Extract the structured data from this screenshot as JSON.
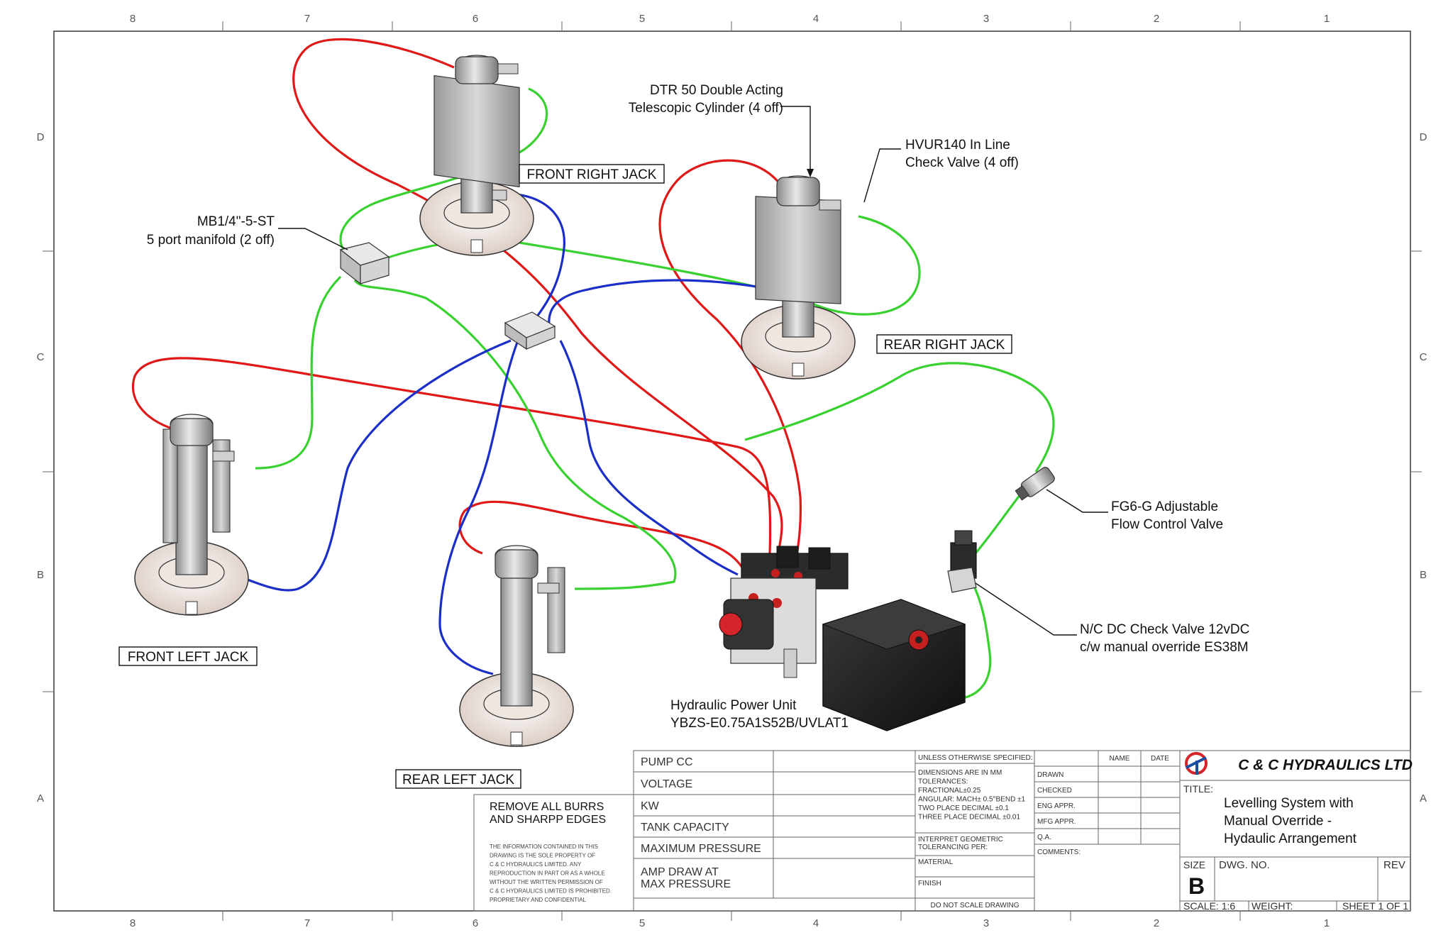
{
  "border": {
    "top_zones": [
      "8",
      "7",
      "6",
      "5",
      "4",
      "3",
      "2",
      "1"
    ],
    "bottom_zones": [
      "8",
      "7",
      "6",
      "5",
      "4",
      "3",
      "2",
      "1"
    ],
    "side_zones": [
      "D",
      "C",
      "B",
      "A"
    ]
  },
  "callouts": {
    "cylinder_line1": "DTR 50 Double Acting",
    "cylinder_line2": "Telescopic Cylinder (4 off)",
    "check_valve_line1": "HVUR140 In Line",
    "check_valve_line2": "Check Valve (4 off)",
    "manifold_line1": "MB1/4\"-5-ST",
    "manifold_line2": "5 port manifold (2 off)",
    "flow_valve_line1": "FG6-G Adjustable",
    "flow_valve_line2": "Flow Control Valve",
    "solenoid_line1": "N/C DC Check Valve 12vDC",
    "solenoid_line2": "c/w manual override ES38M",
    "hpu_line1": "Hydraulic Power Unit",
    "hpu_line2": "YBZS-E0.75A1S52B/UVLAT1"
  },
  "jacks": {
    "front_right": "FRONT RIGHT JACK",
    "rear_right": "REAR RIGHT JACK",
    "front_left": "FRONT LEFT JACK",
    "rear_left": "REAR LEFT JACK"
  },
  "title_block": {
    "remove_burrs_line1": "REMOVE ALL BURRS",
    "remove_burrs_line2": "AND SHARPP EDGES",
    "notice": [
      "THE INFORMATION CONTAINED IN THIS",
      "DRAWING IS THE SOLE PROPERTY OF",
      "C & C HYDRAULICS LIMITED. ANY",
      "REPRODUCTION IN PART OR AS A WHOLE",
      "WITHOUT THE WRITTEN PERMISSION OF",
      "C & C HYDRAULICS LIMITED IS PROHIBITED.",
      "PROPRIETARY AND CONFIDENTIAL"
    ],
    "spec_rows": [
      "PUMP CC",
      "VOLTAGE",
      "KW",
      "TANK CAPACITY",
      "MAXIMUM PRESSURE"
    ],
    "amp_draw_line1": "AMP DRAW AT",
    "amp_draw_line2": "MAX PRESSURE",
    "unless_specified": "UNLESS OTHERWISE SPECIFIED:",
    "tolerances": [
      "DIMENSIONS ARE IN MM",
      "TOLERANCES:",
      "FRACTIONAL±0.25",
      "ANGULAR: MACH± 0.5°BEND ±1",
      "TWO PLACE DECIMAL    ±0.1",
      "THREE PLACE DECIMAL  ±0.01"
    ],
    "interpret_line1": "INTERPRET GEOMETRIC",
    "interpret_line2": "TOLERANCING PER:",
    "material": "MATERIAL",
    "finish": "FINISH",
    "do_not_scale": "DO NOT SCALE DRAWING",
    "name_header": "NAME",
    "date_header": "DATE",
    "approval_rows": [
      "DRAWN",
      "CHECKED",
      "ENG APPR.",
      "MFG APPR.",
      "Q.A.",
      "COMMENTS:"
    ],
    "company": "C & C HYDRAULICS LTD",
    "title_label": "TITLE:",
    "title_lines": [
      "Levelling System with",
      "Manual Override -",
      "Hydaulic Arrangement"
    ],
    "size_label": "SIZE",
    "size_value": "B",
    "dwg_no_label": "DWG.  NO.",
    "rev_label": "REV",
    "scale": "SCALE: 1:6",
    "weight": "WEIGHT:",
    "sheet": "SHEET 1 OF 1"
  },
  "colors": {
    "pressure_line": "#e01818",
    "return_line": "#39d12f",
    "pilot_line": "#1b2fc8",
    "logo_accent": "#d6242b"
  }
}
